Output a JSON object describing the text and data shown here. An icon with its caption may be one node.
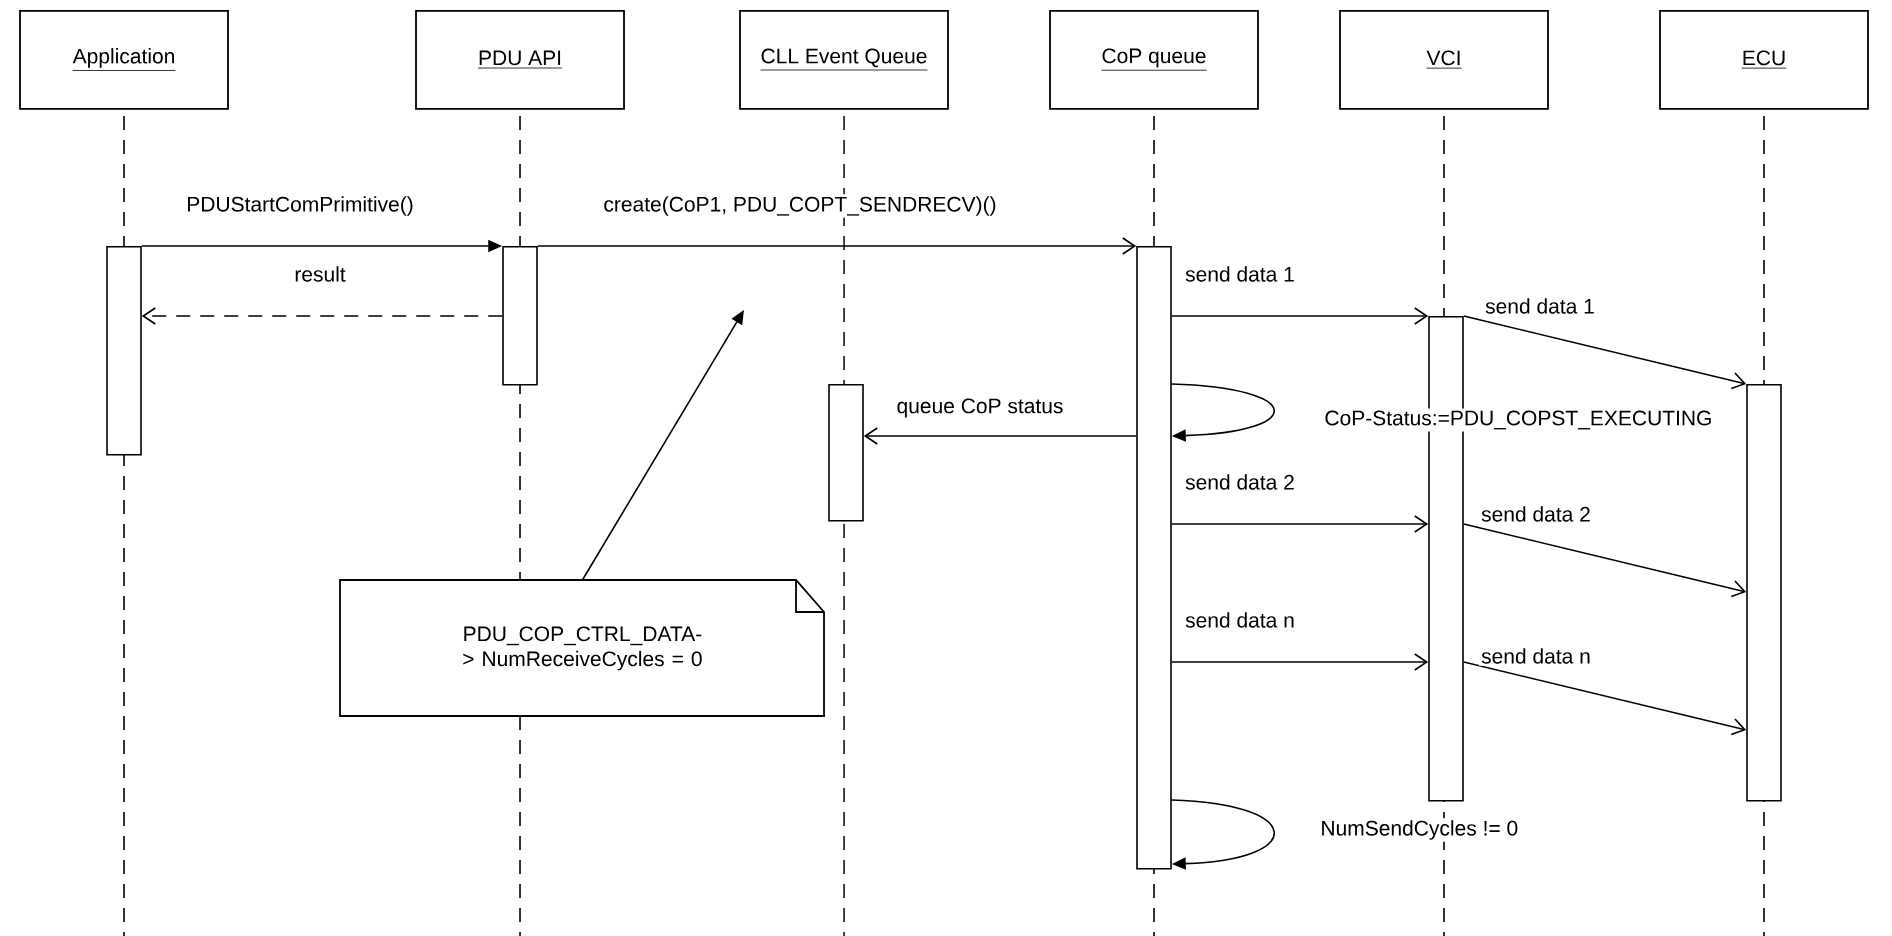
{
  "diagram": {
    "nodes": [
      {
        "text": [
          "Application"
        ]
      },
      {
        "text": [
          "PDU API"
        ]
      },
      {
        "text": [
          "CLL Event Queue"
        ]
      },
      {
        "text": [
          "CoP queue"
        ]
      },
      {
        "text": [
          "VCI"
        ]
      },
      {
        "text": [
          "ECU"
        ]
      },
      {
        "text": [],
        "shape": "bar"
      },
      {
        "text": [],
        "shape": "bar"
      },
      {
        "text": [],
        "shape": "bar"
      },
      {
        "text": [],
        "shape": "bar"
      },
      {
        "text": [],
        "shape": "bar"
      },
      {
        "text": [],
        "shape": "bar"
      },
      {
        "text": [
          "PDU_COP_CTRL_DATA-> NumReceiveCycles = 0"
        ]
      }
    ],
    "edges": [
      {
        "from": 6,
        "to": 7,
        "arrow": "to",
        "label": "PDUStartComPrimitive()"
      },
      {
        "from": 7,
        "to": 9,
        "arrow": "to",
        "label": "create(CoP1, PDU_COPT_SENDRECV)()"
      },
      {
        "from": 7,
        "to": 6,
        "arrow": "to",
        "label": "result",
        "style": "dashed"
      },
      {
        "from": 9,
        "to": 10,
        "arrow": "to",
        "label": "send data 1"
      },
      {
        "from": 10,
        "to": 11,
        "arrow": "to",
        "label": "send data 1"
      },
      {
        "from": 9,
        "to": 9,
        "arrow": "to",
        "label": "CoP-Status:=PDU_COPST_EXECUTING"
      },
      {
        "from": 9,
        "to": 8,
        "arrow": "to",
        "label": "queue CoP status"
      },
      {
        "from": 9,
        "to": 10,
        "arrow": "to",
        "label": "send data 2"
      },
      {
        "from": 10,
        "to": 11,
        "arrow": "to",
        "label": "send data 2"
      },
      {
        "from": 9,
        "to": 10,
        "arrow": "to",
        "label": "send data n"
      },
      {
        "from": 10,
        "to": 11,
        "arrow": "to",
        "label": "send data n"
      },
      {
        "from": 9,
        "to": 9,
        "arrow": "to",
        "label": "NumSendCycles != 0"
      },
      {
        "from": 12,
        "to": null,
        "arrow": "to"
      }
    ]
  }
}
